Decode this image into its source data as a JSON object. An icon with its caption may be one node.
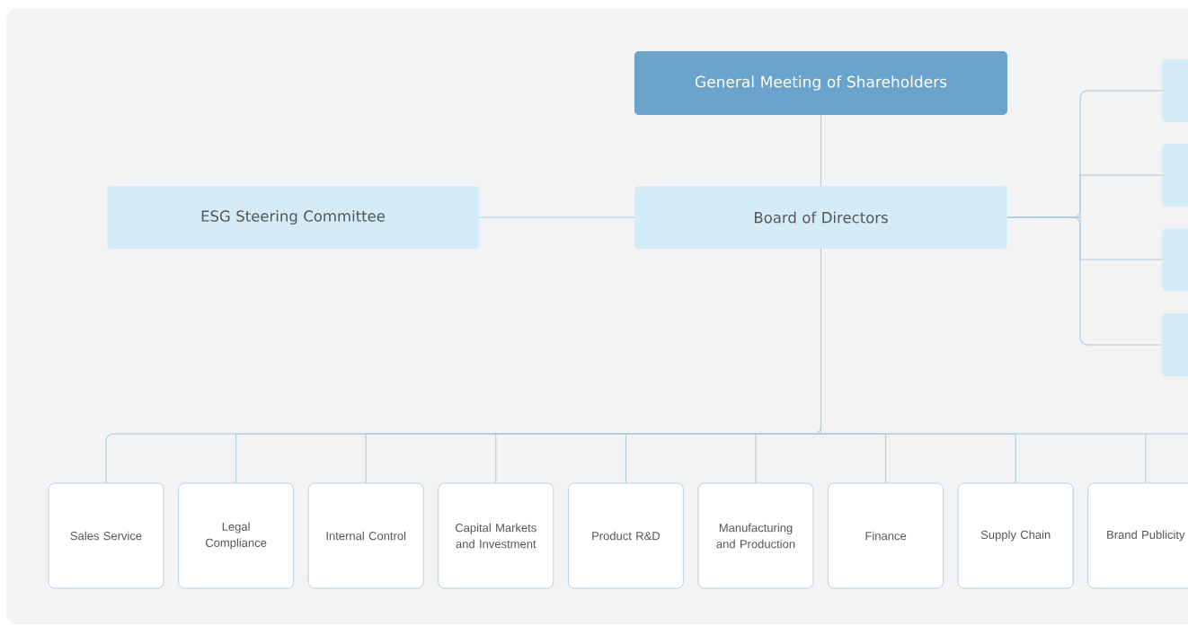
{
  "diagram": {
    "nodes": [
      {
        "text": [
          "General Meeting of Shareholders"
        ]
      },
      {
        "text": [
          "ESG Steering Committee"
        ]
      },
      {
        "text": [
          "Board of Directors"
        ]
      },
      {
        "text": [],
        "shape": "box"
      },
      {
        "text": [],
        "shape": "box"
      },
      {
        "text": [],
        "shape": "box"
      },
      {
        "text": [],
        "shape": "box"
      },
      {
        "text": [
          "Sales Service"
        ]
      },
      {
        "text": [
          "Legal Compliance"
        ]
      },
      {
        "text": [
          "Internal Control"
        ]
      },
      {
        "text": [
          "Capital Markets and Investment"
        ]
      },
      {
        "text": [
          "Product R&D"
        ]
      },
      {
        "text": [
          "Manufacturing and Production"
        ]
      },
      {
        "text": [
          "Finance"
        ]
      },
      {
        "text": [
          "Supply Chain"
        ]
      },
      {
        "text": [
          "Brand Publicity"
        ]
      }
    ],
    "edges": [
      {
        "from": 0,
        "to": 2,
        "arrow": "none"
      },
      {
        "from": 2,
        "to": 1,
        "arrow": "none"
      },
      {
        "from": 2,
        "to": 3,
        "arrow": "none"
      },
      {
        "from": 2,
        "to": 4,
        "arrow": "none"
      },
      {
        "from": 2,
        "to": 5,
        "arrow": "none"
      },
      {
        "from": 2,
        "to": 6,
        "arrow": "none"
      },
      {
        "from": 2,
        "to": 7,
        "arrow": "none"
      },
      {
        "from": 2,
        "to": 8,
        "arrow": "none"
      },
      {
        "from": 2,
        "to": 9,
        "arrow": "none"
      },
      {
        "from": 2,
        "to": 10,
        "arrow": "none"
      },
      {
        "from": 2,
        "to": 11,
        "arrow": "none"
      },
      {
        "from": 2,
        "to": 12,
        "arrow": "none"
      },
      {
        "from": 2,
        "to": 13,
        "arrow": "none"
      },
      {
        "from": 2,
        "to": 14,
        "arrow": "none"
      },
      {
        "from": 2,
        "to": 15,
        "arrow": "none"
      }
    ]
  }
}
